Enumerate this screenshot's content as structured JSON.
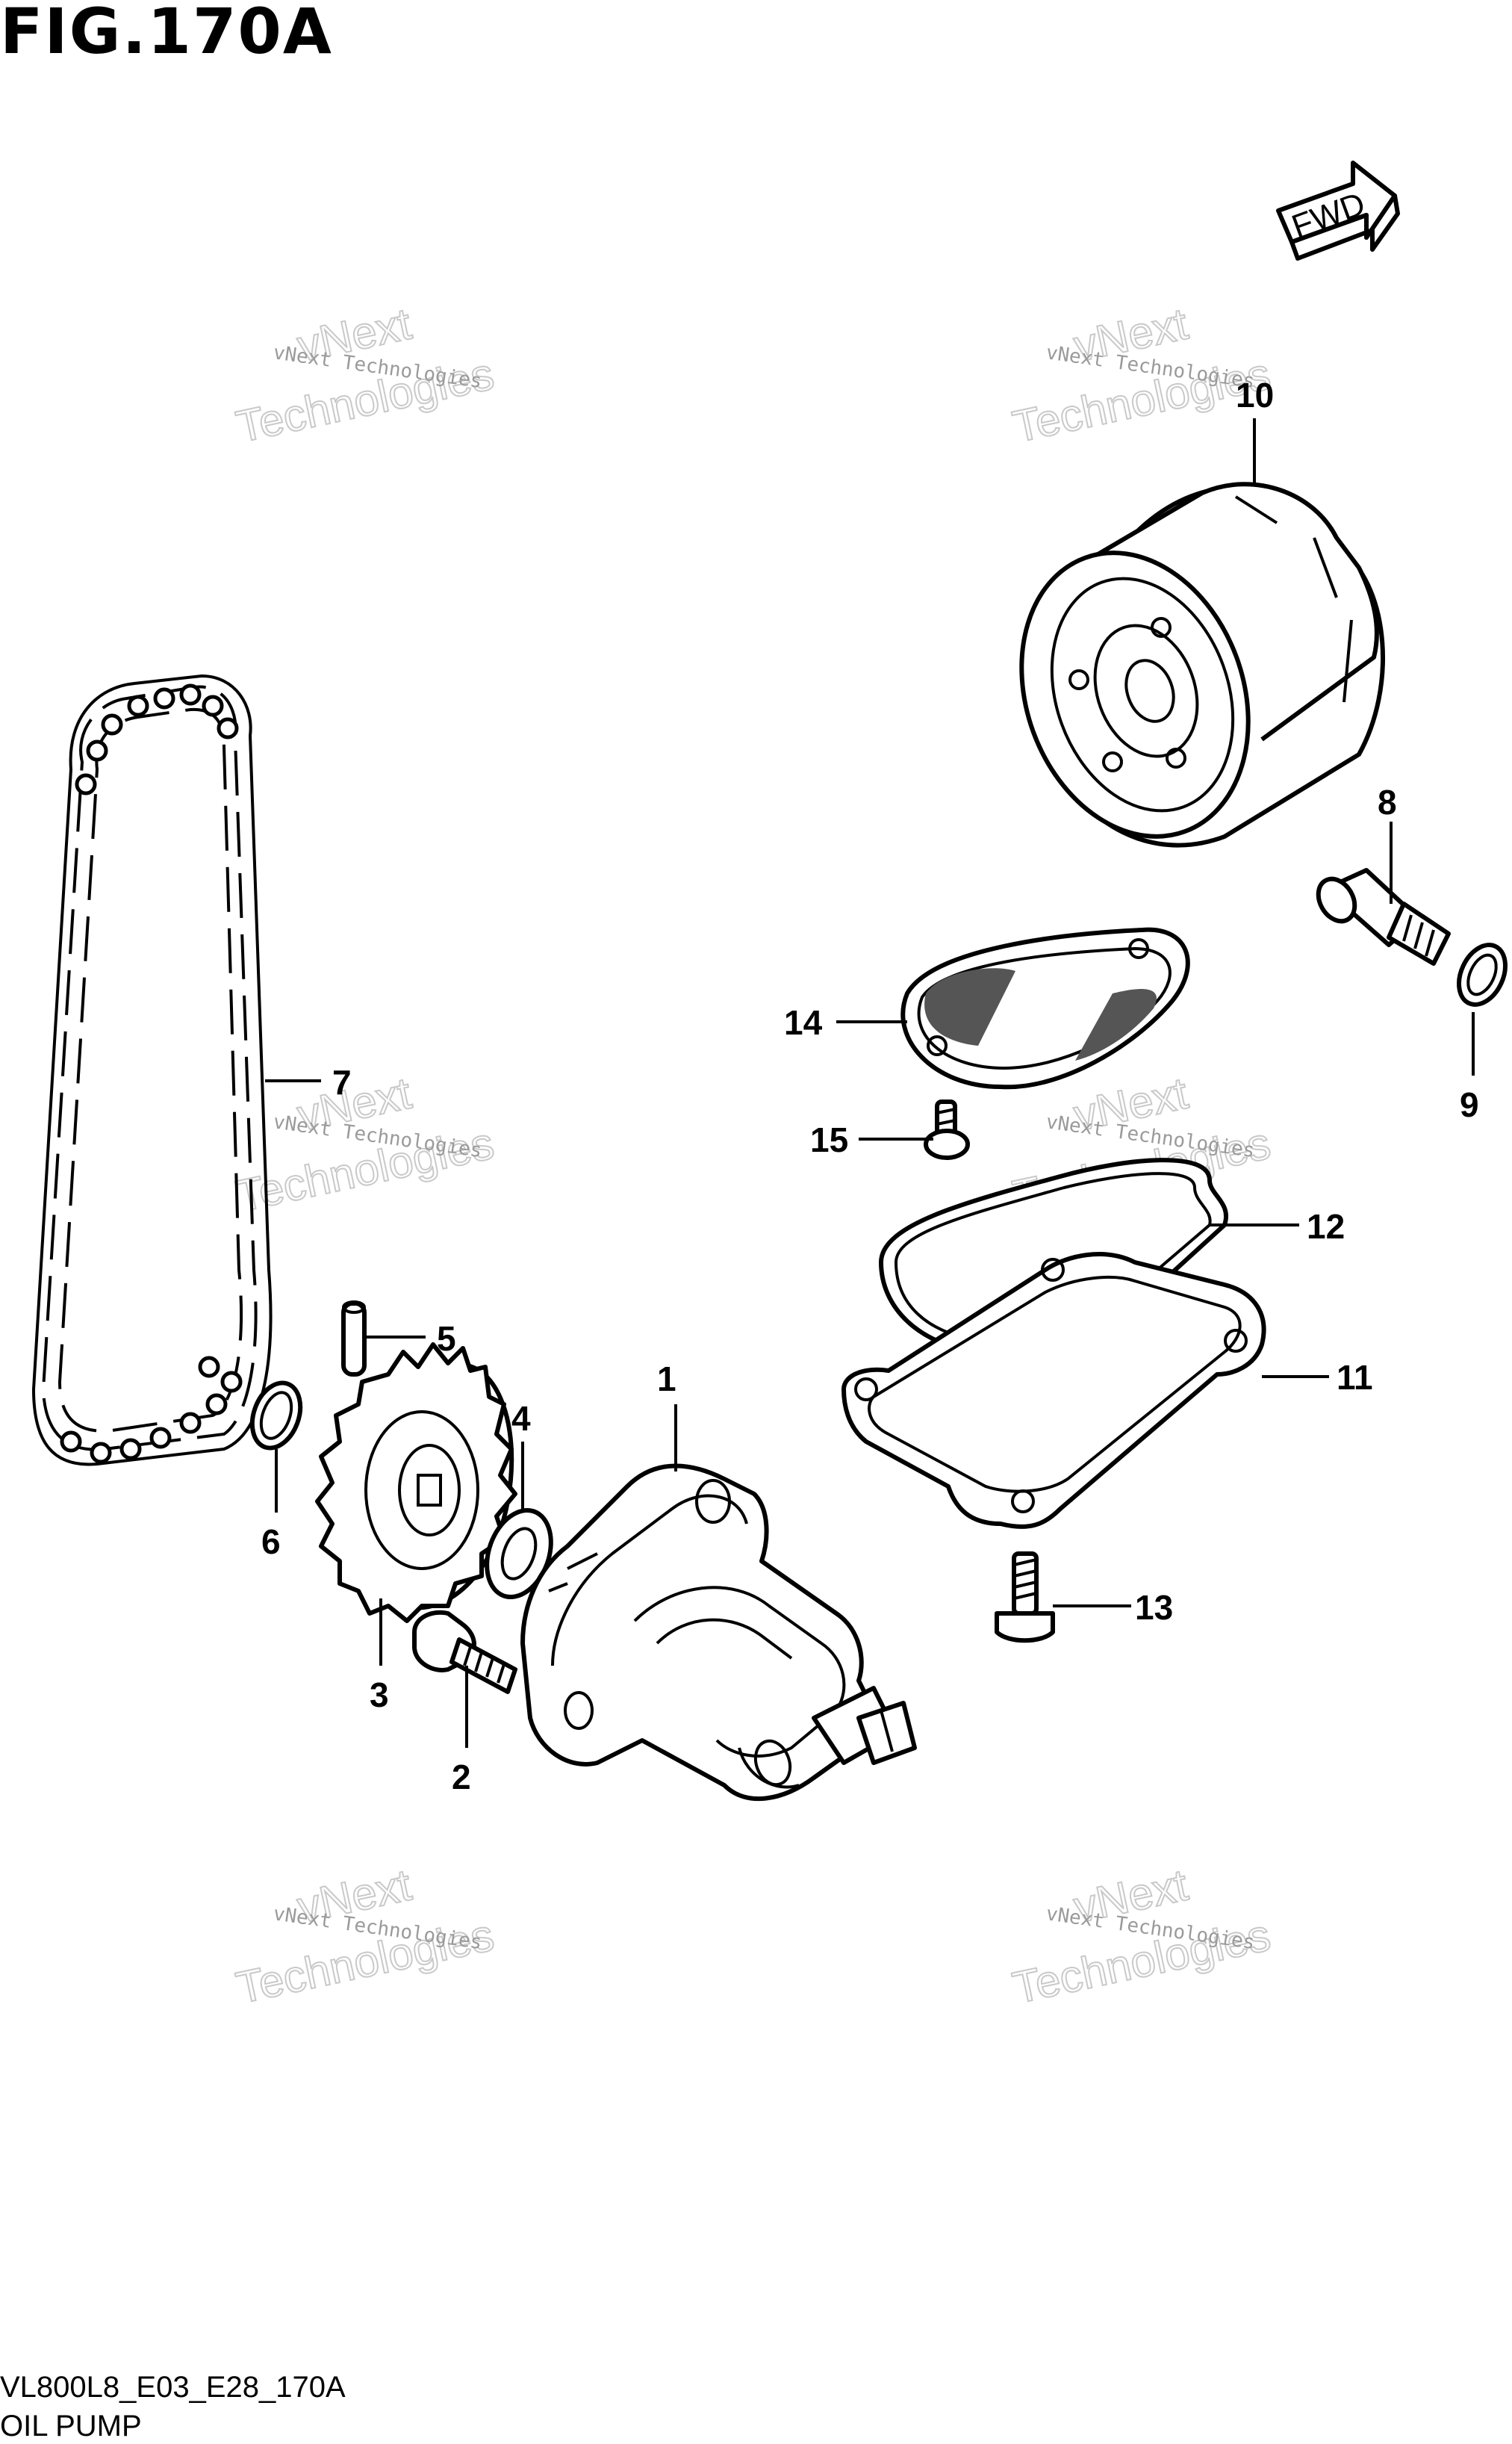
{
  "figure": {
    "title": "FIG.170A",
    "code": "VL800L8_E03_E28_170A",
    "subtitle": "OIL PUMP",
    "fwd_label": "FWD"
  },
  "watermark": {
    "line1": "vNext Technologies",
    "line2": "vNext",
    "line3": "Technologies"
  },
  "callouts": [
    "1",
    "2",
    "3",
    "4",
    "5",
    "6",
    "7",
    "8",
    "9",
    "10",
    "11",
    "12",
    "13",
    "14",
    "15"
  ],
  "icons": [
    "fwd-arrow-icon"
  ]
}
